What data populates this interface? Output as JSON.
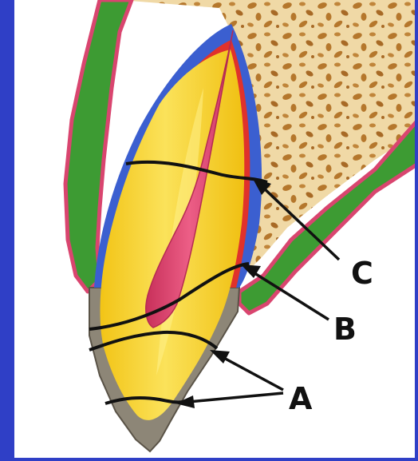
{
  "labels": {
    "a": "A",
    "b": "B",
    "c": "C"
  },
  "colors": {
    "frame": "#2f3fc6",
    "background": "#ffffff",
    "bone": "#f0d9a6",
    "bone_pores": "#b5772c",
    "gingiva": "#3d9b33",
    "gingiva_edge": "#d9456f",
    "periodontal_membrane": "#3b5fd0",
    "dentin_outline": "#e0322b",
    "dentin": "#f5d21c",
    "dentin_highlight": "#fff08a",
    "pulp": "#e04670",
    "enamel": "#8d8677",
    "lines": "#111111"
  }
}
